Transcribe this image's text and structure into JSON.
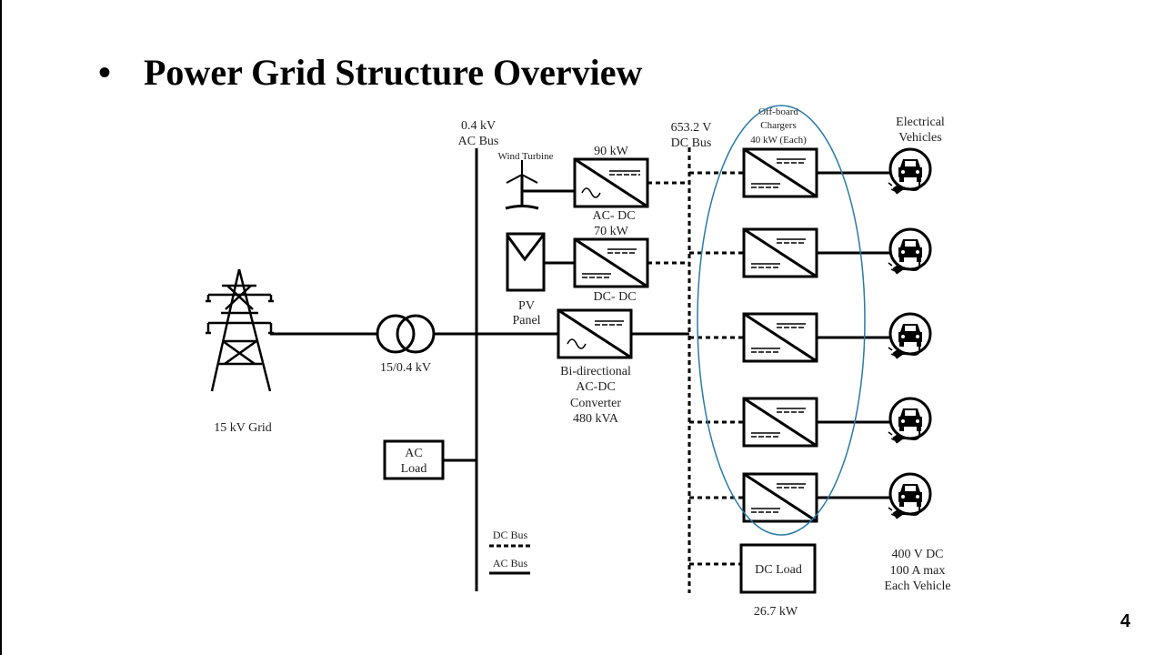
{
  "slide": {
    "title": "Power Grid Structure Overview",
    "bullet": "•",
    "page_number": "4"
  },
  "diagram": {
    "grid": {
      "label": "15 kV Grid"
    },
    "transformer": {
      "label": "15/0.4 kV"
    },
    "ac_bus": {
      "label_line1": "0.4 kV",
      "label_line2": "AC Bus"
    },
    "dc_bus": {
      "label_line1": "653.2 V",
      "label_line2": "DC Bus"
    },
    "wind_turbine": {
      "label": "Wind Turbine"
    },
    "ac_dc_converter": {
      "rating": "90 kW",
      "type": "AC- DC"
    },
    "pv_panel": {
      "label_line1": "PV",
      "label_line2": "Panel"
    },
    "dc_dc_converter": {
      "rating": "70 kW",
      "type": "DC- DC"
    },
    "bidirectional_converter": {
      "line1": "Bi-directional",
      "line2": "AC-DC",
      "line3": "Converter",
      "line4": "480 kVA"
    },
    "ac_load": {
      "line1": "AC",
      "line2": "Load"
    },
    "dc_load": {
      "label": "DC Load",
      "rating": "26.7 kW"
    },
    "chargers": {
      "line1": "Off-board",
      "line2": "Chargers",
      "line3": "40 kW (Each)",
      "count": 5,
      "highlight_color": "#2a7aa8"
    },
    "vehicles": {
      "header_line1": "Electrical",
      "header_line2": "Vehicles",
      "spec_line1": "400 V DC",
      "spec_line2": "100 A max",
      "spec_line3": "Each Vehicle",
      "count": 5
    },
    "legend": {
      "dc_bus": "DC Bus",
      "ac_bus": "AC Bus"
    }
  }
}
